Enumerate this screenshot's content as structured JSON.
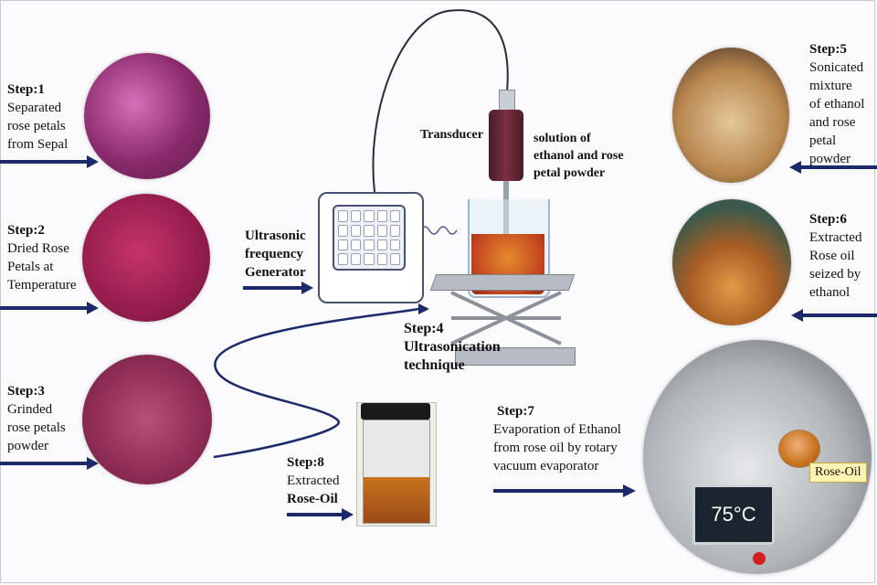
{
  "steps": [
    {
      "label": "Step:1",
      "desc": [
        "Separated",
        "rose petals",
        "from Sepal"
      ]
    },
    {
      "label": "Step:2",
      "desc": [
        "Dried Rose",
        "Petals at",
        "Temperature"
      ]
    },
    {
      "label": "Step:3",
      "desc": [
        "Grinded",
        "rose petals",
        "powder"
      ]
    },
    {
      "label": "Step:4",
      "desc": [
        "Ultrasonication",
        "technique"
      ]
    },
    {
      "label": "Step:5",
      "desc": [
        "Sonicated",
        "mixture",
        "of ethanol",
        "and rose",
        "petal",
        "powder"
      ]
    },
    {
      "label": "Step:6",
      "desc": [
        "Extracted",
        "Rose oil",
        "seized by",
        "ethanol"
      ]
    },
    {
      "label": "Step:7",
      "desc": [
        "Evaporation of Ethanol",
        "from rose oil by rotary",
        "vacuum evaporator"
      ]
    },
    {
      "label": "Step:8",
      "desc": [
        "Extracted",
        "Rose-Oil"
      ]
    }
  ],
  "labels": {
    "generator": [
      "Ultrasonic",
      "frequency",
      "Generator"
    ],
    "transducer": "Transducer",
    "solution": [
      "solution of",
      "ethanol and rose",
      "petal powder"
    ],
    "rose_oil_badge": "Rose-Oil",
    "display_temp": "75°C"
  },
  "colors": {
    "arrow": "#1c2a6b",
    "petal_magenta": "#a0204f",
    "oil": "#c8731e"
  }
}
